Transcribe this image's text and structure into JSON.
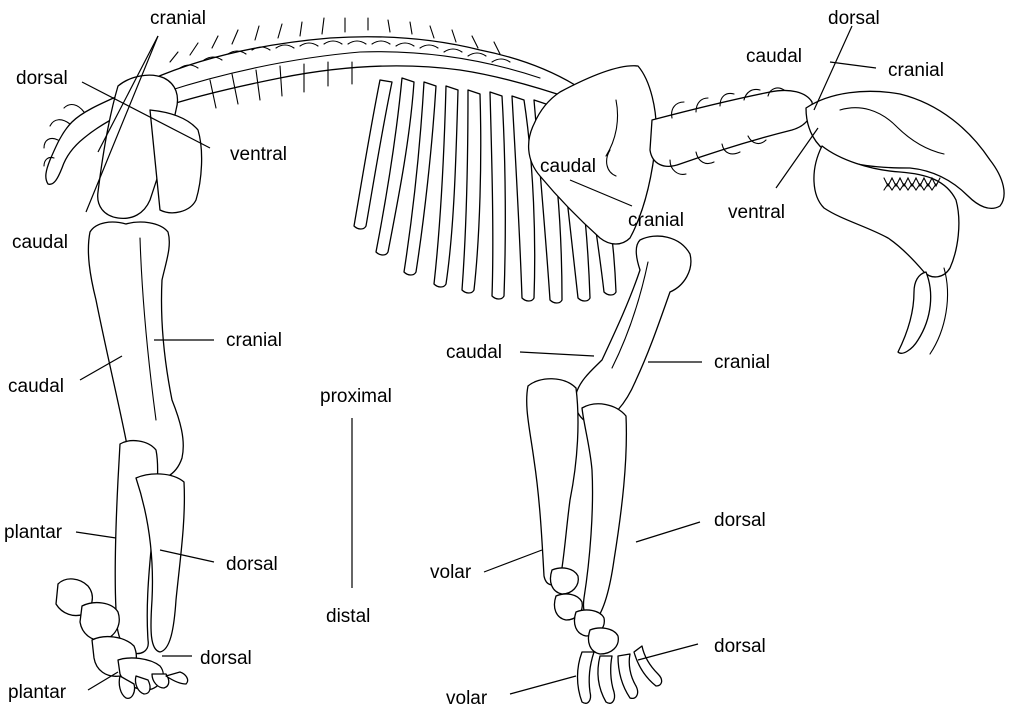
{
  "diagram": {
    "labels": {
      "hind_dorsal_top": "dorsal",
      "hind_cranial_top": "cranial",
      "hind_ventral": "ventral",
      "hind_caudal_hip": "caudal",
      "hind_cranial_femur": "cranial",
      "hind_caudal_femur": "caudal",
      "hind_plantar_upper": "plantar",
      "hind_dorsal_tibia": "dorsal",
      "hind_dorsal_foot": "dorsal",
      "hind_plantar_lower": "plantar",
      "axis_proximal": "proximal",
      "axis_distal": "distal",
      "fore_caudal_scapula": "caudal",
      "fore_cranial_scapula": "cranial",
      "fore_caudal_humerus": "caudal",
      "fore_cranial_humerus": "cranial",
      "fore_volar_upper": "volar",
      "fore_dorsal_radius": "dorsal",
      "fore_dorsal_foot": "dorsal",
      "fore_volar_lower": "volar",
      "head_dorsal": "dorsal",
      "head_caudal": "caudal",
      "head_cranial": "cranial",
      "head_ventral": "ventral"
    }
  }
}
